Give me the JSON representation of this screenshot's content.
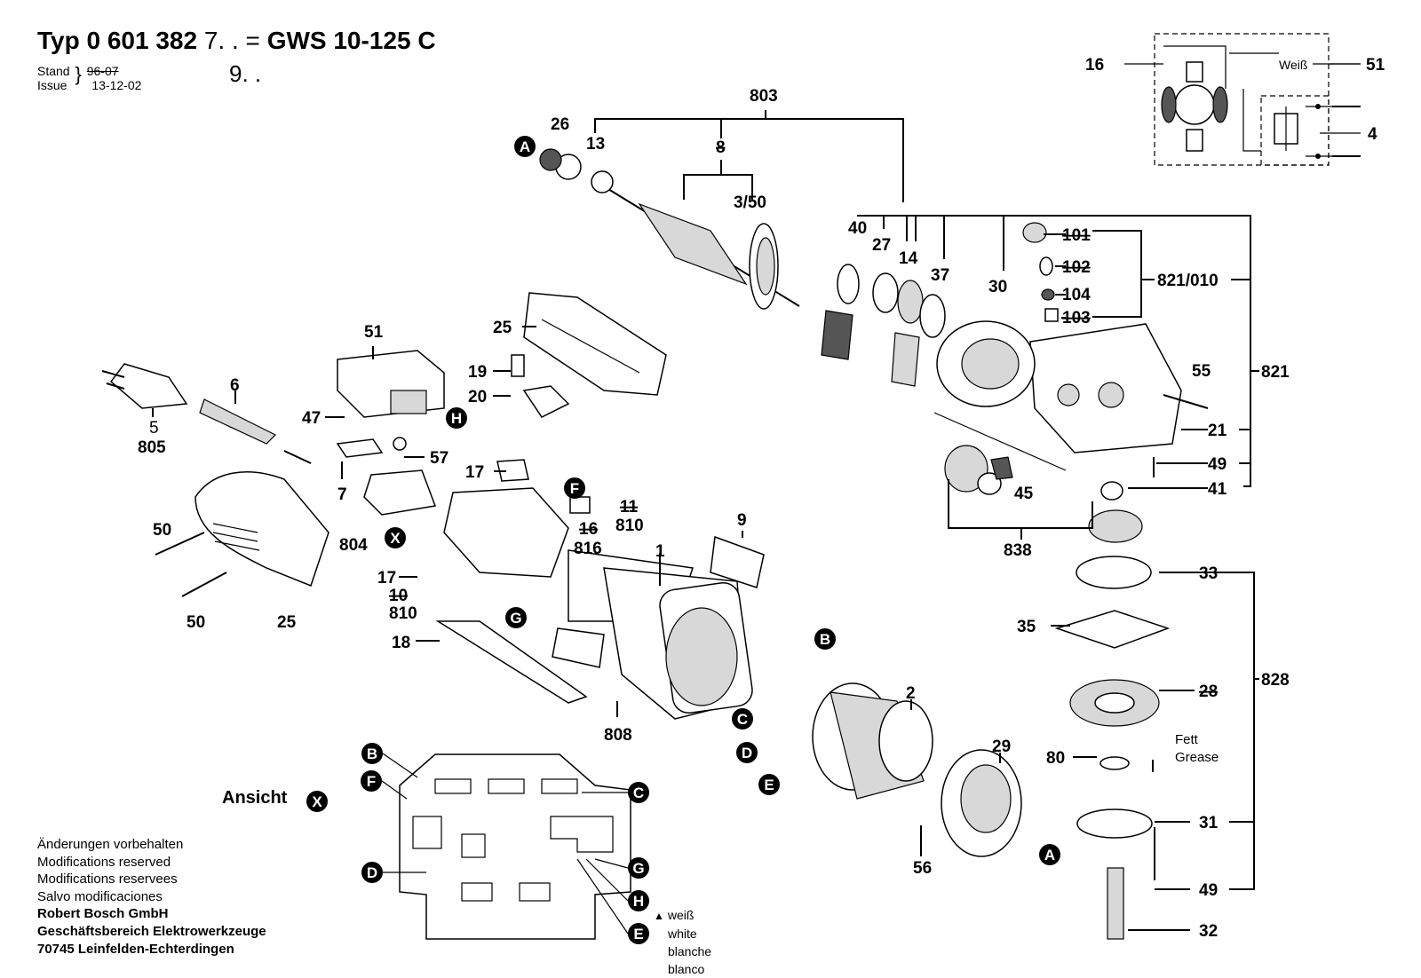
{
  "header": {
    "typ_label": "Typ",
    "typ_number": "0 601 382",
    "variant_1": "7. .",
    "equals": "=",
    "model": "GWS 10-125 C",
    "variant_2": "9. .",
    "stand_label": "Stand",
    "issue_label": "Issue",
    "stand_old_date": "96-07",
    "stand_date": "13-12-02"
  },
  "footer": {
    "line_de": "Änderungen vorbehalten",
    "line_en": "Modifications reserved",
    "line_fr": "Modifications reservees",
    "line_es": "Salvo modificaciones",
    "company": "Robert Bosch GmbH",
    "division": "Geschäftsbereich Elektrowerkzeuge",
    "address": "70745 Leinfelden-Echterdingen"
  },
  "legend": {
    "symbol": "▲",
    "de": "weiß",
    "en": "white",
    "fr": "blanche",
    "es": "blanco"
  },
  "view": {
    "label": "Ansicht",
    "marker": "X"
  },
  "grease_note": {
    "de": "Fett",
    "en": "Grease"
  },
  "wiring": {
    "wire_label": "Weiß"
  },
  "part_numbers": {
    "p803": "803",
    "p26": "26",
    "p13": "13",
    "p8": "8",
    "p3_50": "3/50",
    "p40": "40",
    "p27": "27",
    "p14": "14",
    "p37": "37",
    "p30": "30",
    "p101": "101",
    "p102": "102",
    "p104": "104",
    "p103": "103",
    "p821_010": "821/010",
    "p821": "821",
    "p55": "55",
    "p21": "21",
    "p49a": "49",
    "p41": "41",
    "p45": "45",
    "p838": "838",
    "p33": "33",
    "p35": "35",
    "p28": "28",
    "p828": "828",
    "p80": "80",
    "p31": "31",
    "p49b": "49",
    "p32": "32",
    "p16": "16",
    "p51a": "51",
    "p4": "4",
    "p25a": "25",
    "p19": "19",
    "p20": "20",
    "p51b": "51",
    "p47": "47",
    "p6": "6",
    "p5": "5",
    "p805": "805",
    "p57": "57",
    "p7": "7",
    "p804": "804",
    "p17a": "17",
    "p11": "11",
    "p810a": "810",
    "p16b": "16",
    "p816": "816",
    "p9": "9",
    "p1": "1",
    "p17b": "17",
    "p10": "10",
    "p810b": "810",
    "p18": "18",
    "p50a": "50",
    "p50b": "50",
    "p25b": "25",
    "p808": "808",
    "p2": "2",
    "p29": "29",
    "p56": "56"
  },
  "callouts": {
    "A": "A",
    "B": "B",
    "C": "C",
    "D": "D",
    "E": "E",
    "F": "F",
    "G": "G",
    "H": "H",
    "X": "X"
  }
}
